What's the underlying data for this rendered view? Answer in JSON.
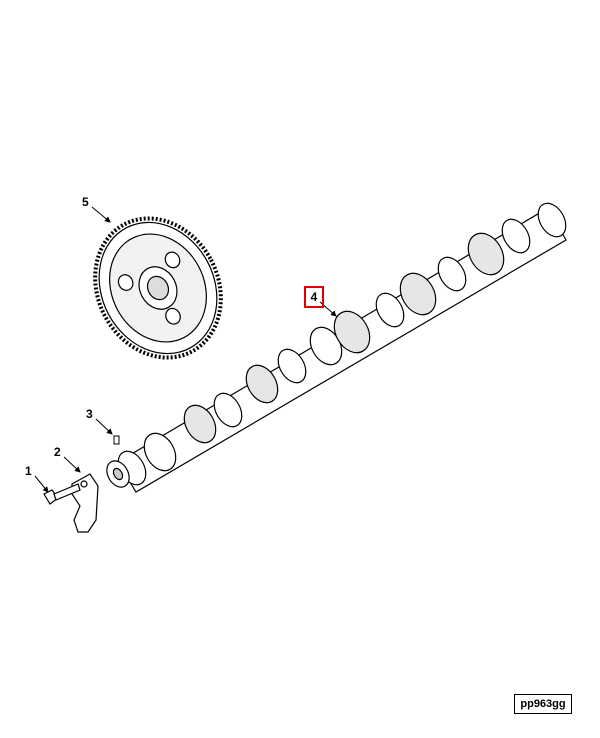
{
  "callouts": {
    "c1": "1",
    "c2": "2",
    "c3": "3",
    "c4": "4",
    "c5": "5"
  },
  "reference_code": "pp963gg",
  "colors": {
    "line": "#000000",
    "highlight": "#e00000",
    "shade": "#bfbfbf"
  }
}
